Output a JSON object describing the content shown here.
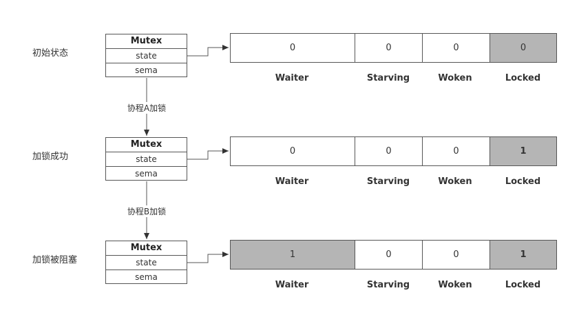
{
  "mutex": {
    "title": "Mutex",
    "fields": [
      "state",
      "sema"
    ]
  },
  "field_labels": [
    "Waiter",
    "Starving",
    "Woken",
    "Locked"
  ],
  "stages": [
    {
      "label": "初始状态",
      "values": [
        "0",
        "0",
        "0",
        "0"
      ],
      "shaded": [
        false,
        false,
        false,
        true
      ],
      "bold": [
        false,
        false,
        false,
        false
      ]
    },
    {
      "label": "加锁成功",
      "values": [
        "0",
        "0",
        "0",
        "1"
      ],
      "shaded": [
        false,
        false,
        false,
        true
      ],
      "bold": [
        false,
        false,
        false,
        true
      ]
    },
    {
      "label": "加锁被阻塞",
      "values": [
        "1",
        "0",
        "0",
        "1"
      ],
      "shaded": [
        true,
        false,
        false,
        true
      ],
      "bold": [
        false,
        false,
        false,
        true
      ]
    }
  ],
  "transitions": [
    "协程A加锁",
    "协程B加锁"
  ],
  "colors": {
    "shaded": "#b5b5b5",
    "line": "#555555"
  }
}
